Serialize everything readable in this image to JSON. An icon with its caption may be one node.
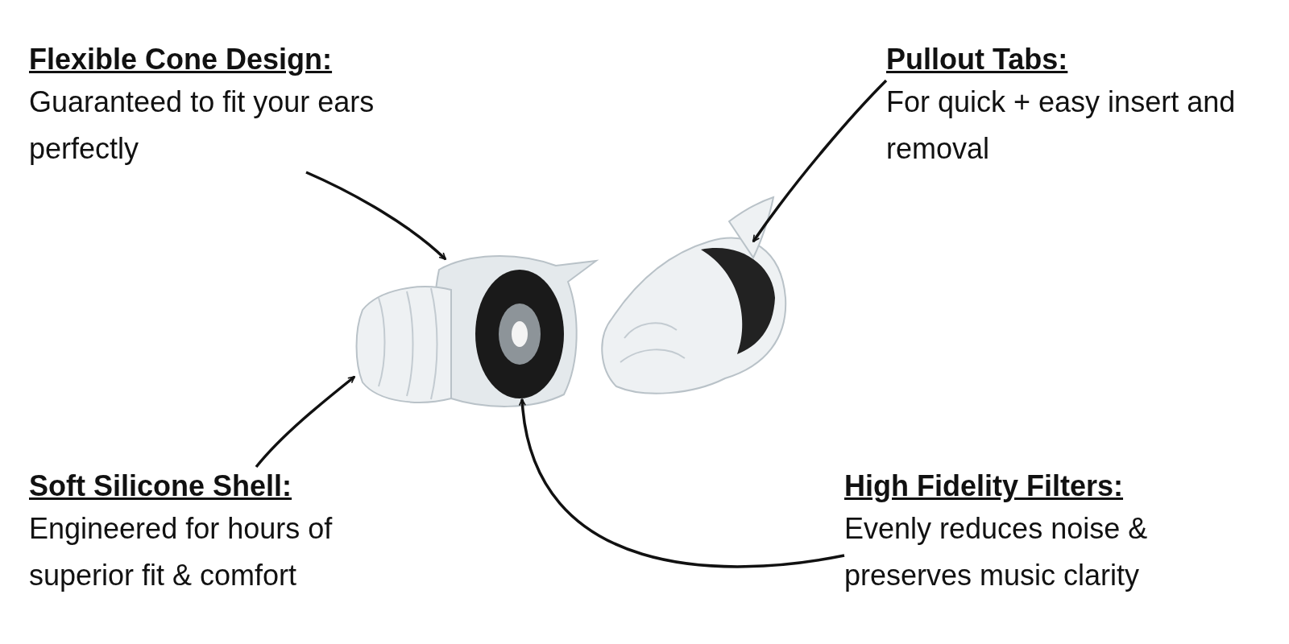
{
  "diagram": {
    "nodes": [
      {
        "text": [
          "Flexible Cone Design:",
          "Guaranteed to fit your ears perfectly"
        ]
      },
      {
        "text": [
          "Pullout Tabs:",
          "For quick + easy insert and removal"
        ]
      },
      {
        "text": [
          "Soft Silicone Shell:",
          "Engineered for hours of superior fit & comfort"
        ]
      },
      {
        "text": [
          "High Fidelity Filters:",
          "Evenly reduces noise & preserves music clarity"
        ]
      },
      {
        "text": [],
        "shape": "picture"
      },
      {
        "text": [],
        "shape": "picture"
      },
      {
        "text": [],
        "shape": "picture"
      },
      {
        "text": [],
        "shape": "picture",
        "in": 4
      }
    ],
    "edges": [
      {
        "from": 0,
        "to": 4,
        "arrow": "to"
      },
      {
        "from": 1,
        "to": 5,
        "arrow": "to"
      },
      {
        "from": 2,
        "to": 6,
        "arrow": "to"
      },
      {
        "from": 3,
        "to": 7,
        "arrow": "to"
      }
    ]
  }
}
